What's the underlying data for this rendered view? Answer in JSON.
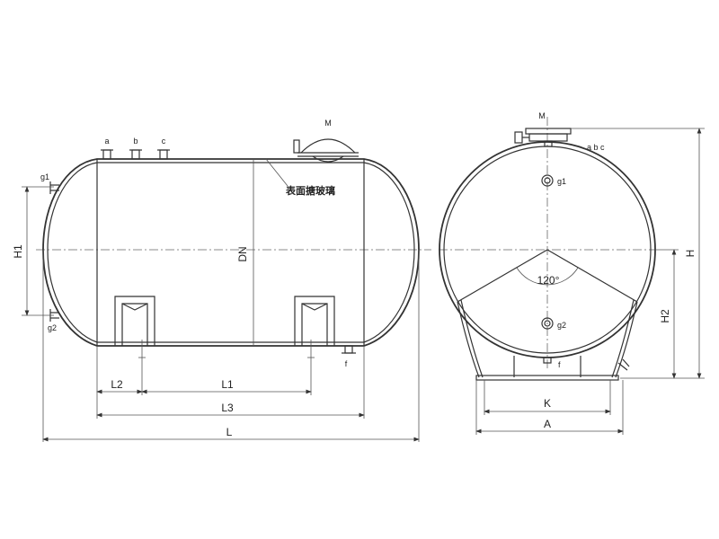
{
  "side_view": {
    "nozzles": [
      "a",
      "b",
      "c"
    ],
    "manhole": "M",
    "inlet_upper": "g1",
    "inlet_lower": "g2",
    "drain": "f",
    "surface_note": "表面搪玻璃",
    "diameter": "DN",
    "dims": {
      "h1": "H1",
      "l": "L",
      "l1": "L1",
      "l2": "L2",
      "l3": "L3"
    }
  },
  "end_view": {
    "manhole": "M",
    "nozzles": "a b c",
    "inlet_upper": "g1",
    "inlet_lower": "g2",
    "drain": "f",
    "angle": "120°",
    "dims": {
      "h": "H",
      "h2": "H2",
      "k": "K",
      "a": "A"
    }
  }
}
